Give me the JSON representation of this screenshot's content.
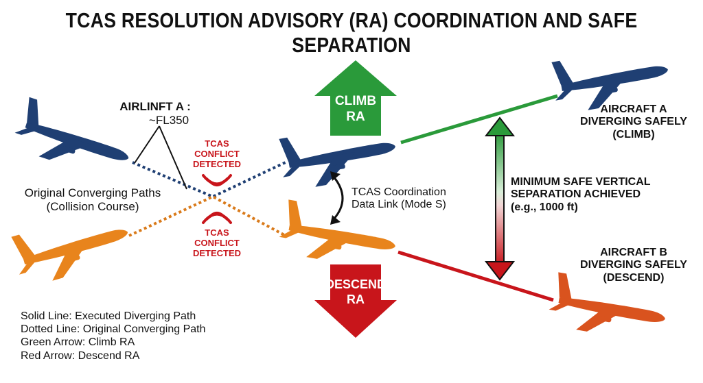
{
  "title": "TCAS RESOLUTION ADVISORY (RA) COORDINATION AND SAFE SEPARATION",
  "airliner_label": {
    "line1": "AIRLINFT A :",
    "line2": "~FL350"
  },
  "original_paths_label": {
    "line1": "Original Converging Paths",
    "line2": "(Collision Course)"
  },
  "conflict_top": {
    "line1": "TCAS",
    "line2": "CONFLICT",
    "line3": "DETECTED"
  },
  "conflict_bottom": {
    "line1": "TCAS",
    "line2": "CONFLICT",
    "line3": "DETECTED"
  },
  "climb_ra": {
    "line1": "CLIMB",
    "line2": "RA"
  },
  "descend_ra": {
    "line1": "DESCEND",
    "line2": "RA"
  },
  "coordination_label": {
    "line1": "TCAS Coordination",
    "line2": "Data Link (Mode S)"
  },
  "aircraft_a_label": {
    "line1": "AIRCRAFT A",
    "line2": "DIVERGING SAFELY",
    "line3": "(CLIMB)"
  },
  "aircraft_b_label": {
    "line1": "AIRCRAFT B",
    "line2": "DIVERGING SAFELY",
    "line3": "(DESCEND)"
  },
  "separation_label": {
    "line1": "MINIMUM SAFE VERTICAL",
    "line2": "SEPARATION ACHIEVED",
    "line3": "(e.g., 1000 ft)"
  },
  "legend": [
    "Solid Line: Executed Diverging Path",
    "Dotted Line: Original Converging Path",
    "Green Arrow: Climb RA",
    "Red Arrow: Descend RA"
  ],
  "colors": {
    "aircraft_a": "#1f3f73",
    "aircraft_b": "#e8841c",
    "climb_green": "#2a9a3a",
    "descend_red": "#c8151b",
    "conflict_red": "#c8151b"
  }
}
